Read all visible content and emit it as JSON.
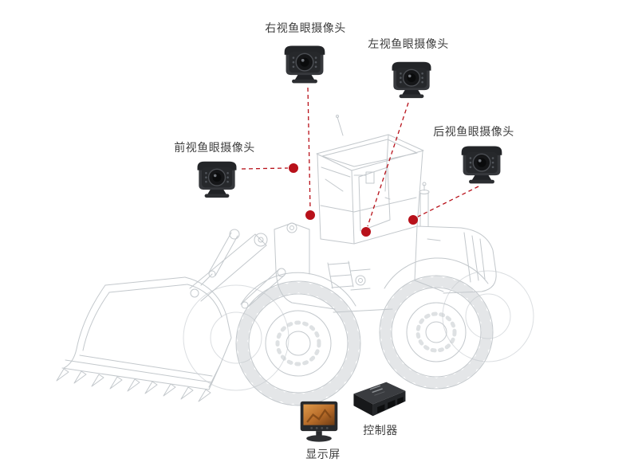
{
  "colors": {
    "accent_red": "#b8111a",
    "wireframe_gray": "#c3c8cc",
    "wireframe_light": "#dbdee1",
    "label_text": "#3d3d3d"
  },
  "diagram": {
    "subject": "wheel-loader-camera-system",
    "callouts": [
      {
        "id": "camera-right",
        "label": "右视鱼眼摄像头",
        "component": "fisheye-camera-icon"
      },
      {
        "id": "camera-left",
        "label": "左视鱼眼摄像头",
        "component": "fisheye-camera-icon"
      },
      {
        "id": "camera-rear",
        "label": "后视鱼眼摄像头",
        "component": "fisheye-camera-icon"
      },
      {
        "id": "camera-front",
        "label": "前视鱼眼摄像头",
        "component": "fisheye-camera-icon"
      },
      {
        "id": "controller",
        "label": "控制器",
        "component": "controller-box-icon"
      },
      {
        "id": "display",
        "label": "显示屏",
        "component": "monitor-icon"
      }
    ]
  }
}
